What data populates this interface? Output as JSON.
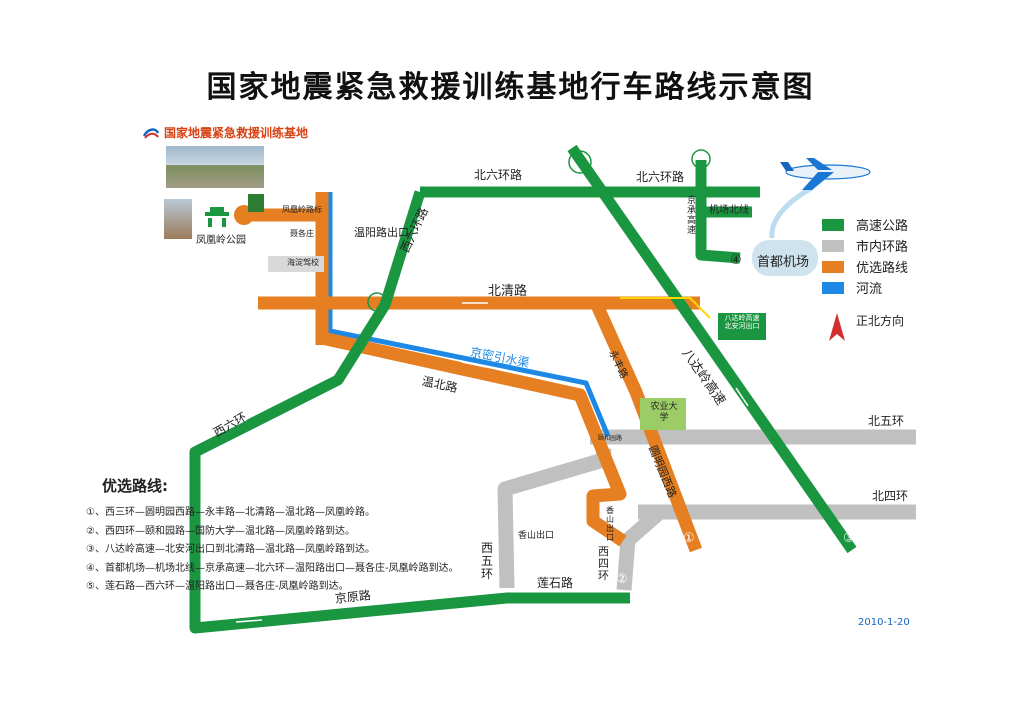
{
  "title": "国家地震紧急救援训练基地行车路线示意图",
  "logo_text": "国家地震紧急救援训练基地",
  "legend": [
    {
      "label": "高速公路",
      "color": "#1a9641"
    },
    {
      "label": "市内环路",
      "color": "#c0c0c0"
    },
    {
      "label": "优选路线",
      "color": "#e67e22"
    },
    {
      "label": "河流",
      "color": "#1e88e5"
    }
  ],
  "north_label": "正北方向",
  "routes_title": "优选路线:",
  "routes": [
    "①、西三环—圆明园西路—永丰路—北清路—温北路—凤凰岭路。",
    "②、西四环—颐和园路—国防大学—温北路—凤凰岭路到达。",
    "③、八达岭高速—北安河出口到北清路—温北路—凤凰岭路到达。",
    "④、首都机场—机场北线—京承高速—北六环—温阳路出口—聂各庄-凤凰岭路到达。",
    "⑤、莲石路—西六环—温阳路出口—聂各庄-凤凰岭路到达。"
  ],
  "date": "2010-1-20",
  "labels": {
    "beiliuhuan1": "北六环路",
    "beiliuhuan2": "北六环路",
    "jichangbeixian": "机场北线",
    "jingcheng": "京承高速",
    "airport": "首都机场",
    "airport_num": "④",
    "xiliuhuanlu": "西六环路",
    "wenyang": "温阳路出口",
    "niegezhuang": "聂各庄",
    "fenghuanglingbiao": "凤凰岭路标",
    "fenghuangling_park": "凤凰岭公园",
    "haidian": "海淀驾校",
    "beiqing": "北清路",
    "jingmi": "京密引水渠",
    "wenbei": "温北路",
    "yongfeng": "永丰路",
    "badaling": "八达岭高速",
    "badaling_exit": "八达岭高速北安河出口",
    "nongye": "农业大学",
    "yuanmingyuan": "圆明园西路",
    "beiwuhuan": "北五环",
    "beisihuan": "北四环",
    "xiliuhuan": "西六环",
    "xiwuhuan": "西五环",
    "xiangshan1": "香山出口",
    "xiangshan2": "香山出口",
    "xisihuan": "西四环",
    "lianshi": "莲石路",
    "jingyuan": "京原路",
    "yiheyuan": "颐和园路",
    "num1": "①",
    "num2": "②",
    "num3": "③"
  }
}
